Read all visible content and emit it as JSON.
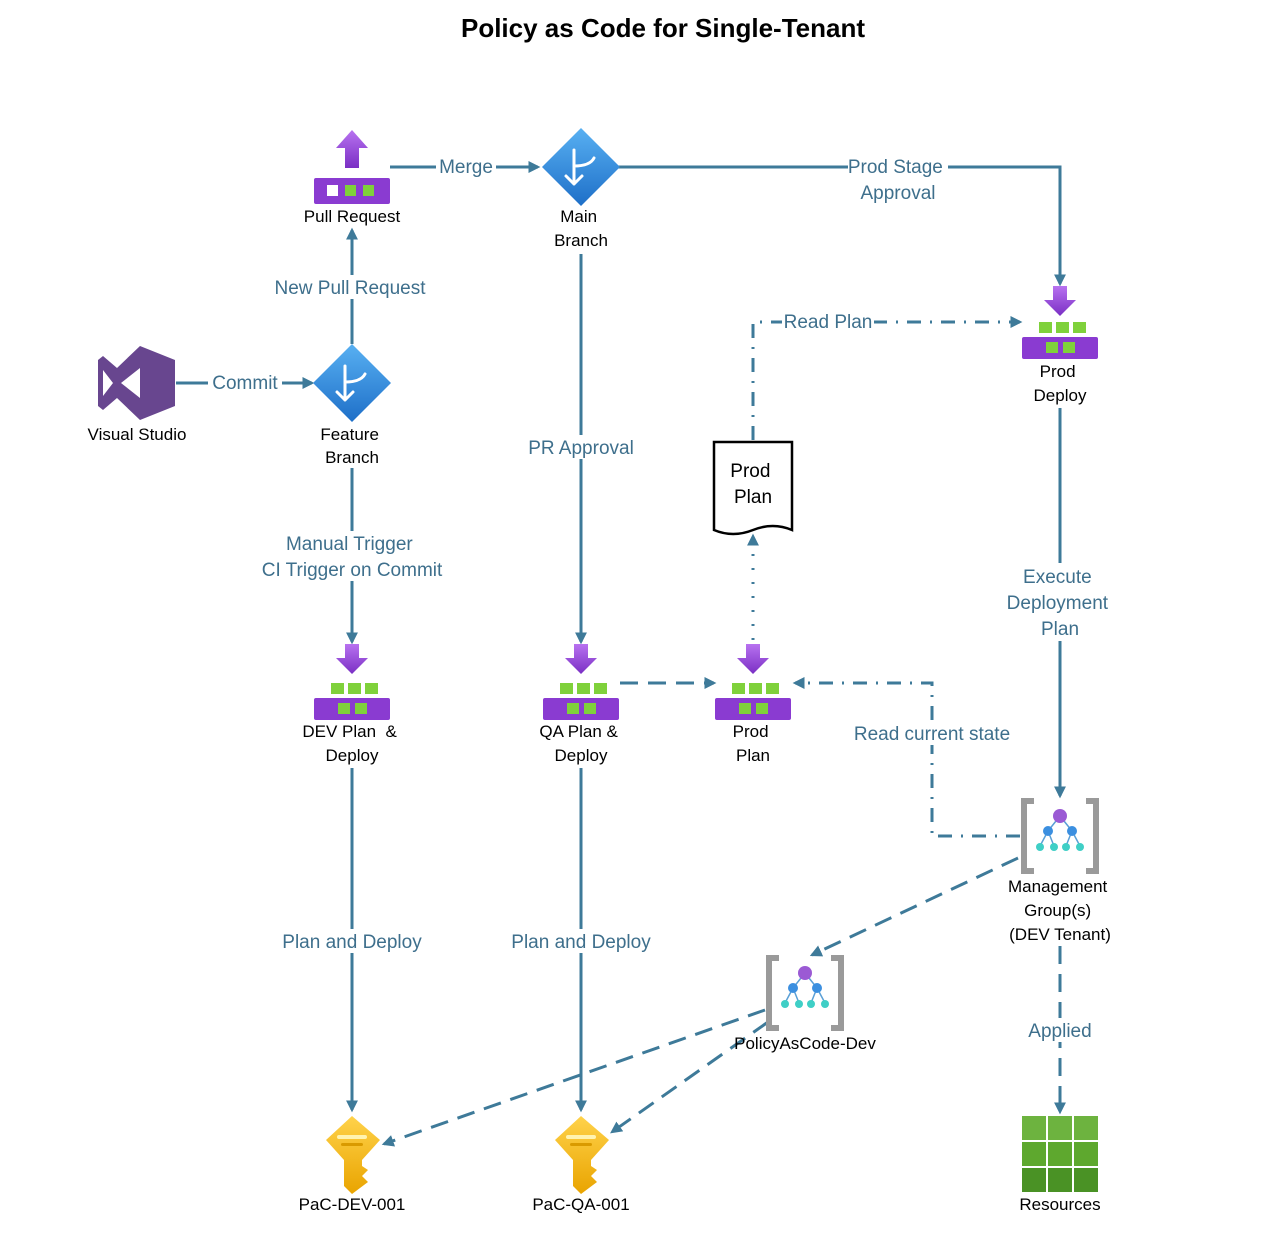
{
  "title": "Policy as Code for Single-Tenant",
  "colors": {
    "line": "#3e7a99",
    "edge_text": "#3e6f8c",
    "pipeline_purple": "#8a3bd1",
    "pipeline_green": "#7fd13b",
    "branch_blue": "#2f8fe0",
    "key_yellow": "#f5b800",
    "vs_purple": "#68468f",
    "resources_green": "#5ea82e"
  },
  "nodes": {
    "visual_studio": {
      "label": "Visual Studio",
      "icon": "visual-studio-icon"
    },
    "pull_request": {
      "label": "Pull Request",
      "icon": "pull-request-icon"
    },
    "feature_branch": {
      "label_lines": [
        "Feature",
        "Branch"
      ],
      "icon": "git-branch-icon"
    },
    "main_branch": {
      "label_lines": [
        "Main",
        "Branch"
      ],
      "icon": "git-branch-icon"
    },
    "prod_deploy": {
      "label_lines": [
        "Prod",
        "Deploy"
      ],
      "icon": "pipeline-icon"
    },
    "prod_plan_doc": {
      "label_lines": [
        "Prod",
        "Plan"
      ],
      "icon": "document-icon"
    },
    "dev_plan_deploy": {
      "label_lines": [
        "DEV Plan  &",
        "Deploy"
      ],
      "icon": "pipeline-icon"
    },
    "qa_plan_deploy": {
      "label_lines": [
        "QA Plan &",
        "Deploy"
      ],
      "icon": "pipeline-icon"
    },
    "prod_plan": {
      "label_lines": [
        "Prod",
        "Plan"
      ],
      "icon": "pipeline-icon"
    },
    "management_groups": {
      "label_lines": [
        "Management",
        "Group(s)",
        "(DEV Tenant)"
      ],
      "icon": "management-group-icon"
    },
    "policy_as_code_dev": {
      "label": "PolicyAsCode-Dev",
      "icon": "management-group-icon"
    },
    "pac_dev_001": {
      "label": "PaC-DEV-001",
      "icon": "key-icon"
    },
    "pac_qa_001": {
      "label": "PaC-QA-001",
      "icon": "key-icon"
    },
    "resources": {
      "label": "Resources",
      "icon": "resources-grid-icon"
    }
  },
  "edges": {
    "merge": "Merge",
    "prod_stage_approval": [
      "Prod Stage",
      "Approval"
    ],
    "new_pull_request": "New Pull Request",
    "commit": "Commit",
    "read_plan": "Read Plan",
    "pr_approval": "PR Approval",
    "triggers": [
      "Manual Trigger",
      "CI Trigger on Commit"
    ],
    "execute_deployment_plan": [
      "Execute",
      "Deployment",
      "Plan"
    ],
    "read_current_state": "Read current state",
    "plan_and_deploy_dev": "Plan and Deploy",
    "plan_and_deploy_qa": "Plan and Deploy",
    "applied": "Applied"
  }
}
